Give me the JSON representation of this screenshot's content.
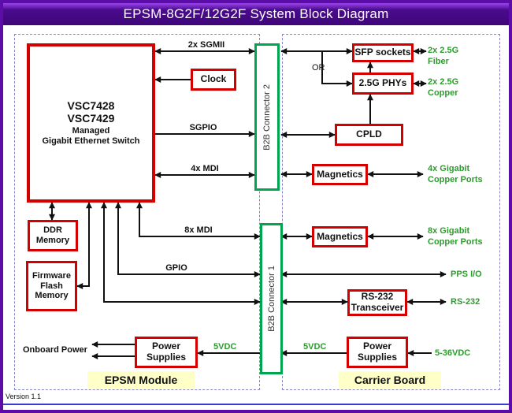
{
  "title": "EPSM-8G2F/12G2F System Block Diagram",
  "version": "Version 1.1",
  "regions": {
    "epsm": "EPSM Module",
    "carrier": "Carrier Board"
  },
  "connectors": {
    "b2b2": "B2B Connector 2",
    "b2b1": "B2B Connector 1"
  },
  "blocks": {
    "switch": {
      "lines": [
        "VSC7428",
        "VSC7429",
        "Managed",
        "Gigabit Ethernet Switch"
      ]
    },
    "clock": "Clock",
    "ddr": {
      "lines": [
        "DDR",
        "Memory"
      ]
    },
    "flash": {
      "lines": [
        "Firmware",
        "Flash",
        "Memory"
      ]
    },
    "psu_epsm": {
      "lines": [
        "Power",
        "Supplies"
      ]
    },
    "sfp": "SFP sockets",
    "phys": "2.5G PHYs",
    "cpld": "CPLD",
    "magnetics_top": "Magnetics",
    "magnetics_bottom": "Magnetics",
    "rs232": {
      "lines": [
        "RS-232",
        "Transceiver"
      ]
    },
    "psu_carrier": {
      "lines": [
        "Power",
        "Supplies"
      ]
    }
  },
  "buses": {
    "sgmii": "2x SGMII",
    "sgpio": "SGPIO",
    "mdi4": "4x MDI",
    "mdi8": "8x MDI",
    "gpio": "GPIO",
    "or_label": "OR"
  },
  "ports": {
    "fiber": {
      "lines": [
        "2x 2.5G",
        "Fiber"
      ]
    },
    "copper": {
      "lines": [
        "2x 2.5G",
        "Copper"
      ]
    },
    "gig4": {
      "lines": [
        "4x Gigabit",
        "Copper Ports"
      ]
    },
    "gig8": {
      "lines": [
        "8x Gigabit",
        "Copper Ports"
      ]
    },
    "pps": "PPS I/O",
    "rs232": "RS-232",
    "vin": "5-36VDC"
  },
  "power": {
    "onboard": "Onboard Power",
    "vdc5_epsm": "5VDC",
    "vdc5_carrier": "5VDC"
  },
  "colors": {
    "block_border_red": "#D40000",
    "connector_green": "#00A550",
    "port_text_green": "#2E9B2E",
    "frame_purple": "#5C0DA8",
    "title_bg": "#3f0679",
    "module_label_bg": "#FFFFC8"
  }
}
